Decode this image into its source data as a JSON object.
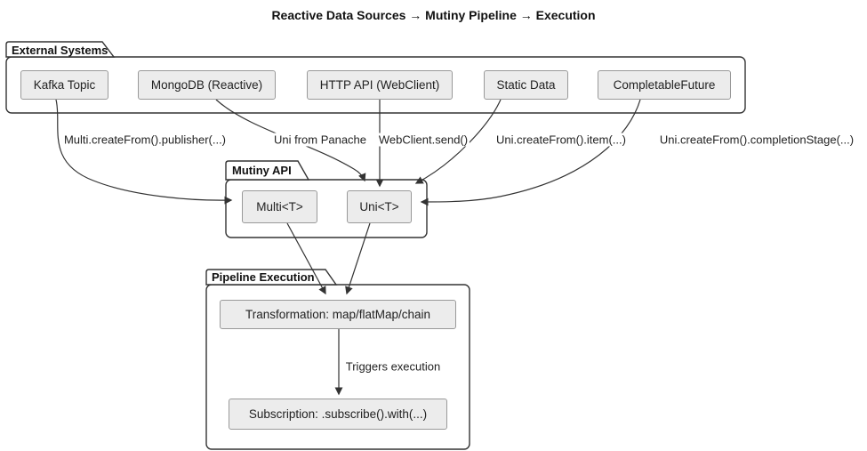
{
  "title": "Reactive Data Sources → Mutiny Pipeline → Execution",
  "colors": {
    "background": "#ffffff",
    "node_fill": "#ececec",
    "node_border": "#999999",
    "frame_border": "#333333",
    "edge": "#333333",
    "text": "#1a1a1a"
  },
  "packages": {
    "external": {
      "label": "External Systems",
      "nodes": [
        {
          "label": "Kafka Topic"
        },
        {
          "label": "MongoDB (Reactive)"
        },
        {
          "label": "HTTP API (WebClient)"
        },
        {
          "label": "Static Data"
        },
        {
          "label": "CompletableFuture"
        }
      ]
    },
    "mutiny": {
      "label": "Mutiny API",
      "nodes": [
        {
          "label": "Multi<T>"
        },
        {
          "label": "Uni<T>"
        }
      ]
    },
    "pipeline": {
      "label": "Pipeline Execution",
      "nodes": [
        {
          "label": "Transformation: map/flatMap/chain"
        },
        {
          "label": "Subscription: .subscribe().with(...)"
        }
      ]
    }
  },
  "edges": [
    {
      "from": "Kafka Topic",
      "to": "Multi<T>",
      "label": "Multi.createFrom().publisher(...)"
    },
    {
      "from": "MongoDB (Reactive)",
      "to": "Uni<T>",
      "label": "Uni from Panache"
    },
    {
      "from": "HTTP API (WebClient)",
      "to": "Uni<T>",
      "label": "WebClient.send()"
    },
    {
      "from": "Static Data",
      "to": "Uni<T>",
      "label": "Uni.createFrom().item(...)"
    },
    {
      "from": "CompletableFuture",
      "to": "Uni<T>",
      "label": "Uni.createFrom().completionStage(...)"
    },
    {
      "from": "Multi<T>",
      "to": "Transformation: map/flatMap/chain",
      "label": ""
    },
    {
      "from": "Uni<T>",
      "to": "Transformation: map/flatMap/chain",
      "label": ""
    },
    {
      "from": "Transformation: map/flatMap/chain",
      "to": "Subscription: .subscribe().with(...)",
      "label": "Triggers execution"
    }
  ]
}
